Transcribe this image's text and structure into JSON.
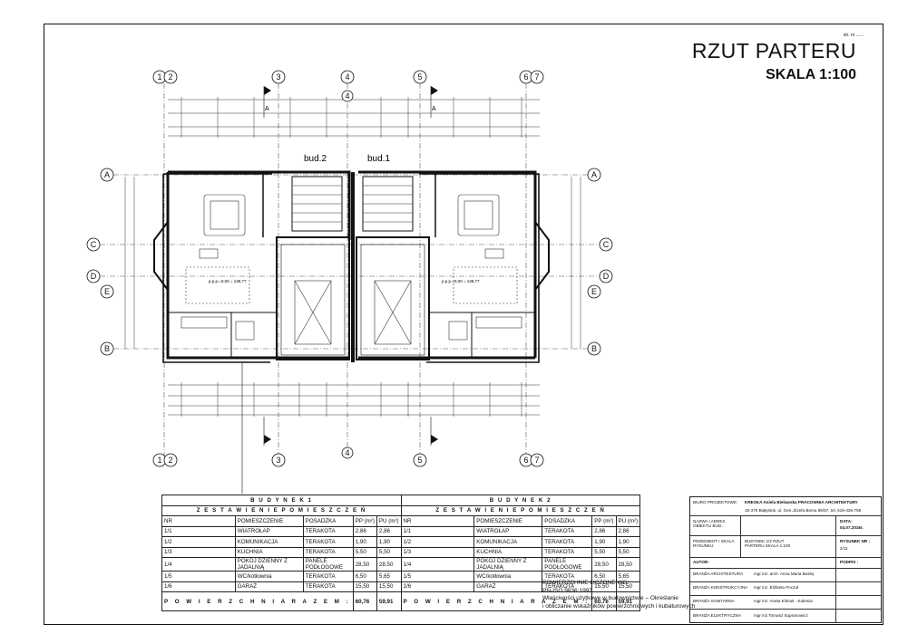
{
  "header": {
    "title": "RZUT PARTERU",
    "scale": "SKALA 1:100",
    "page_no": "str. nr ......"
  },
  "plan": {
    "axis_columns": [
      "1",
      "2",
      "3",
      "4",
      "5",
      "6",
      "7"
    ],
    "axis_rows": [
      "A",
      "B",
      "C",
      "D",
      "E",
      "B"
    ],
    "building_left": "bud.2",
    "building_right": "bud.1",
    "level_note": "p.p.p.=0,00 = 138,77",
    "section_marks": [
      "A",
      "A"
    ]
  },
  "schedule": {
    "b1": {
      "title": "B U D Y N E K   1",
      "subtitle": "Z E S T A W I E N I E   P O M I E S Z C Z E Ń"
    },
    "b2": {
      "title": "B U D Y N E K   2",
      "subtitle": "Z E S T A W I E N I E   P O M I E S Z C Z E Ń"
    },
    "headers": [
      "NR",
      "POMIESZCZENIE",
      "POSADZKA",
      "PP (m²)",
      "PU (m²)"
    ],
    "rows_b1": [
      [
        "1/1",
        "WIATROŁAP",
        "TERAKOTA",
        "2,86",
        "2,86"
      ],
      [
        "1/2",
        "KOMUNIKACJA",
        "TERAKOTA",
        "1,90",
        "1,90"
      ],
      [
        "1/3",
        "KUCHNIA",
        "TERAKOTA",
        "5,50",
        "5,50"
      ],
      [
        "1/4",
        "POKÓJ DZIENNY Z JADALNIĄ",
        "PANELE PODŁOGOWE",
        "28,50",
        "28,50"
      ],
      [
        "1/5",
        "WC/kotłownia",
        "TERAKOTA",
        "6,50",
        "5,65"
      ],
      [
        "1/6",
        "GARAŻ",
        "TERAKOTA",
        "15,50",
        "15,50"
      ]
    ],
    "rows_b2": [
      [
        "1/1",
        "WIATROŁAP",
        "TERAKOTA",
        "2,86",
        "2,86"
      ],
      [
        "1/2",
        "KOMUNIKACJA",
        "TERAKOTA",
        "1,90",
        "1,90"
      ],
      [
        "1/3",
        "KUCHNIA",
        "TERAKOTA",
        "5,50",
        "5,50"
      ],
      [
        "1/4",
        "POKÓJ DZIENNY Z JADALNIĄ",
        "PANELE PODŁOGOWE",
        "28,50",
        "28,50"
      ],
      [
        "1/5",
        "WC/kotłownia",
        "TERAKOTA",
        "6,50",
        "5,65"
      ],
      [
        "1/6",
        "GARAŻ",
        "TERAKOTA",
        "15,50",
        "15,50"
      ]
    ],
    "total_label": "P O W I E R Z C H N I A   R A Z E M :",
    "total_b1": [
      "60,76",
      "59,91"
    ],
    "total_b2": [
      "60,76",
      "59,91"
    ]
  },
  "note": {
    "line1": "POWIERZCHNIE LICZONE WG:",
    "line2": "PN-ISO 9836:1997",
    "line3": "Właściwości użytkowe w budownictwie – Określanie",
    "line4": "i obliczanie wskaźników powierzchniowych i kubaturowych"
  },
  "titleblock": {
    "biuro_label": "BIURO PROJEKTOWE:",
    "biuro": "KRESKA Aniela Bielawska PRACOWNIA ARCHITEKTURY",
    "address": "15-370 Białystok, ul. Gen.Józefa Bema 95/57, tel. 519-436-759",
    "obiekt_label": "NAZWA I ADRES OBIEKTU BUD.:",
    "data_label": "DATA:",
    "data": "04.07.2016r.",
    "przedmiot_label": "PRZEDMIOT I SKALA RYSUNKU:",
    "przedmiot": "BUDYNEK 1/2 RZUT PARTERU SKALA 1:100",
    "rys_label": "RYSUNEK NR :",
    "rys": "2/11",
    "autor_label": "AUTOR:",
    "podpis_label": "PODPIS :",
    "b_arch": "BRANŻA ARCHITEKTURA",
    "b_arch_name": "mgr inż. arch. Anna Maria Buslej",
    "b_konstr": "BRANŻA KONSTRUKCYJNA",
    "b_konstr_name": "mgr inż. Elżbieta Poczuł",
    "b_san": "BRANŻA SANITARNA",
    "b_san_name": "mgr inż. Aneta Klimuk - Kulesza",
    "b_el": "BRANŻA ELEKTRYCZNA",
    "b_el_name": "mgr inż.Tomasz Supranowicz"
  }
}
